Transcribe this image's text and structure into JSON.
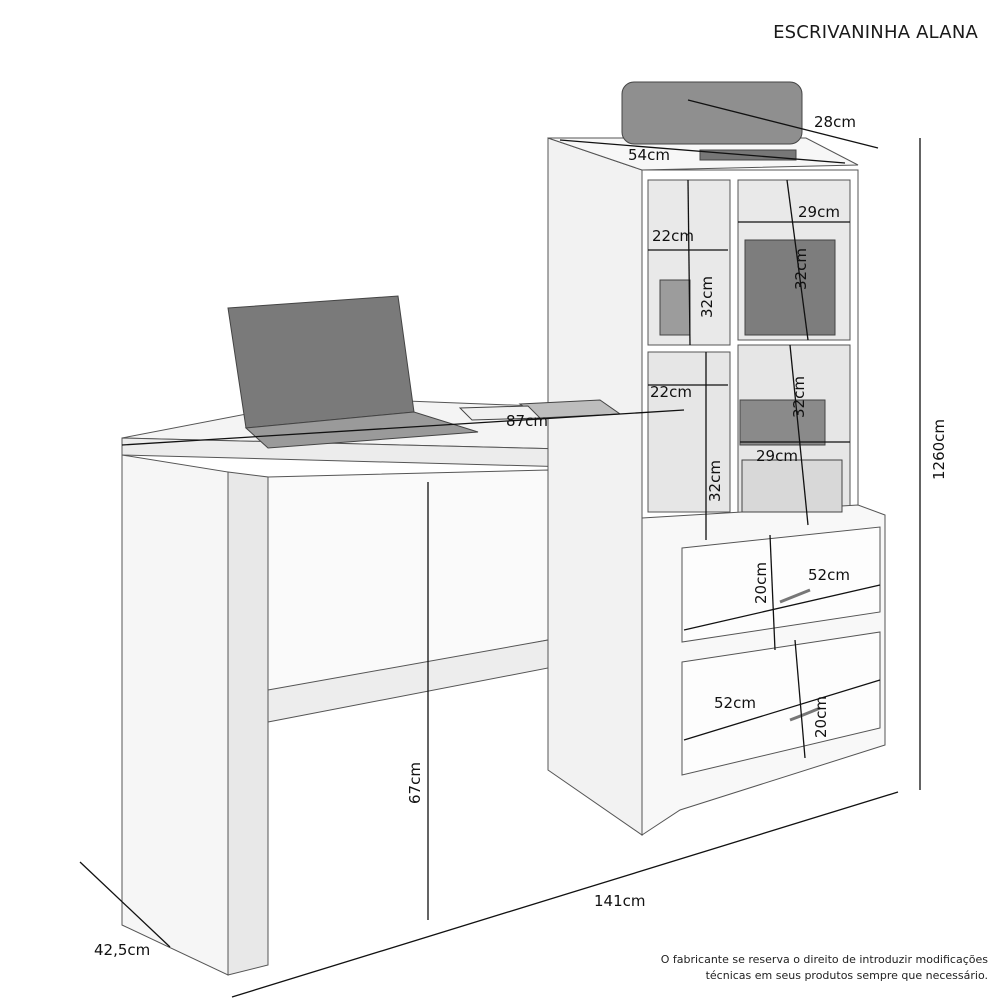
{
  "title": "ESCRIVANINHA ALANA",
  "disclaimer": {
    "line1": "O fabricante se reserva o direito de introduzir modificações",
    "line2": "técnicas em seus produtos sempre que necessário."
  },
  "dimensions": {
    "printer_depth": "28cm",
    "top_width": "54cm",
    "niche_width_tr": "29cm",
    "niche_width_tl": "22cm",
    "niche_height_tl": "32cm",
    "niche_height_tr": "32cm",
    "niche_width_bl": "22cm",
    "niche_height_br": "32cm",
    "niche_width_br": "29cm",
    "niche_height_bl": "32cm",
    "desk_width": "87cm",
    "total_height": "1260cm",
    "drawer1_height": "20cm",
    "drawer1_width": "52cm",
    "drawer2_width": "52cm",
    "drawer2_height": "20cm",
    "desk_height": "67cm",
    "total_width": "141cm",
    "total_depth": "42,5cm"
  }
}
